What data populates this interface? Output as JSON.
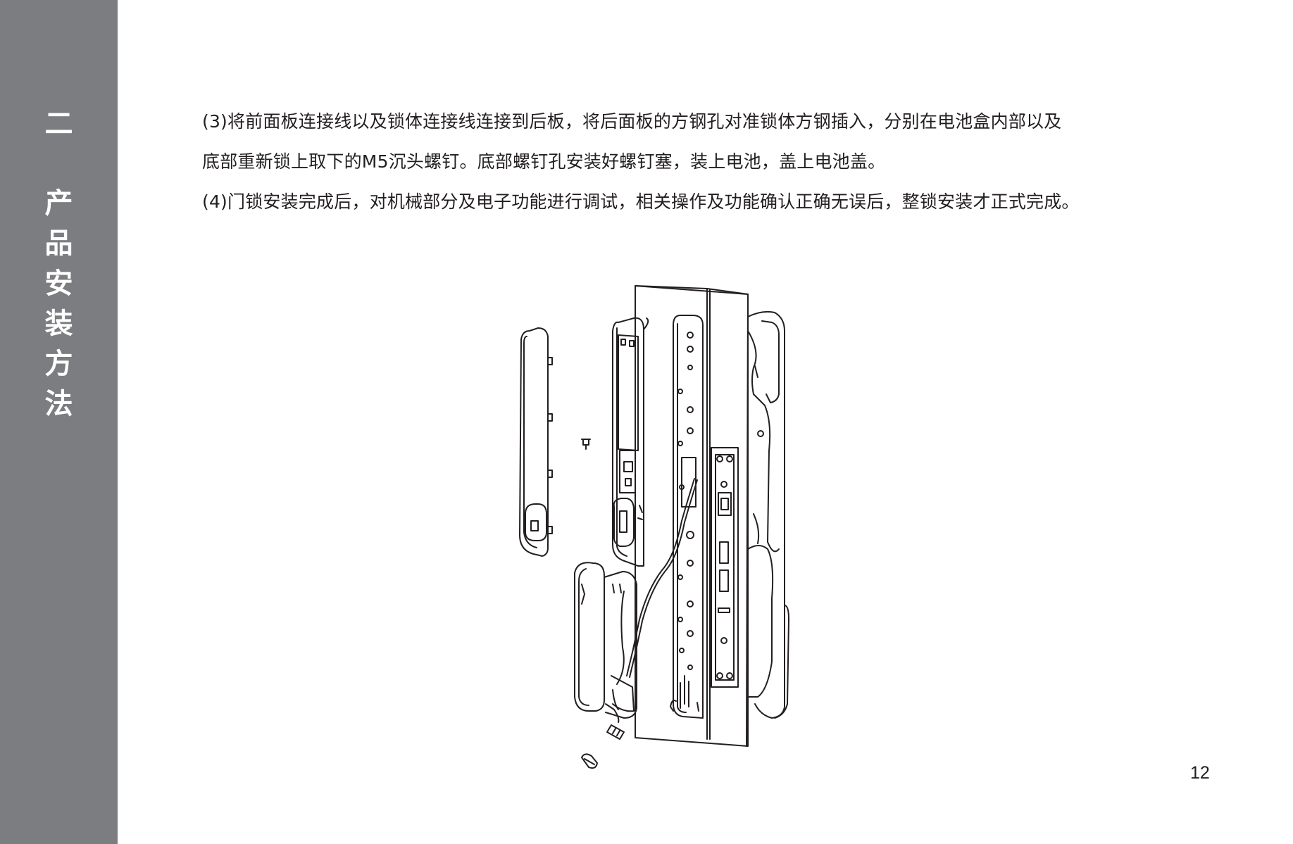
{
  "sidebar": {
    "section_number": "二",
    "title_chars": [
      "产",
      "品",
      "安",
      "装",
      "方",
      "法"
    ]
  },
  "instructions": [
    {
      "line": "(3)将前面板连接线以及锁体连接线连接到后板，将后面板的方钢孔对准锁体方钢插入，分别在电池盒内部以及"
    },
    {
      "line": "底部重新锁上取下的M5沉头螺钉。底部螺钉孔安装好螺钉塞，装上电池，盖上电池盖。"
    },
    {
      "line": "(4)门锁安装完成后，对机械部分及电子功能进行调试，相关操作及功能确认正确无误后，整锁安装才正式完成。"
    }
  ],
  "page_number": "12",
  "colors": {
    "sidebar_bg": "#7c7d80",
    "sidebar_text": "#ffffff",
    "text": "#231f20"
  }
}
